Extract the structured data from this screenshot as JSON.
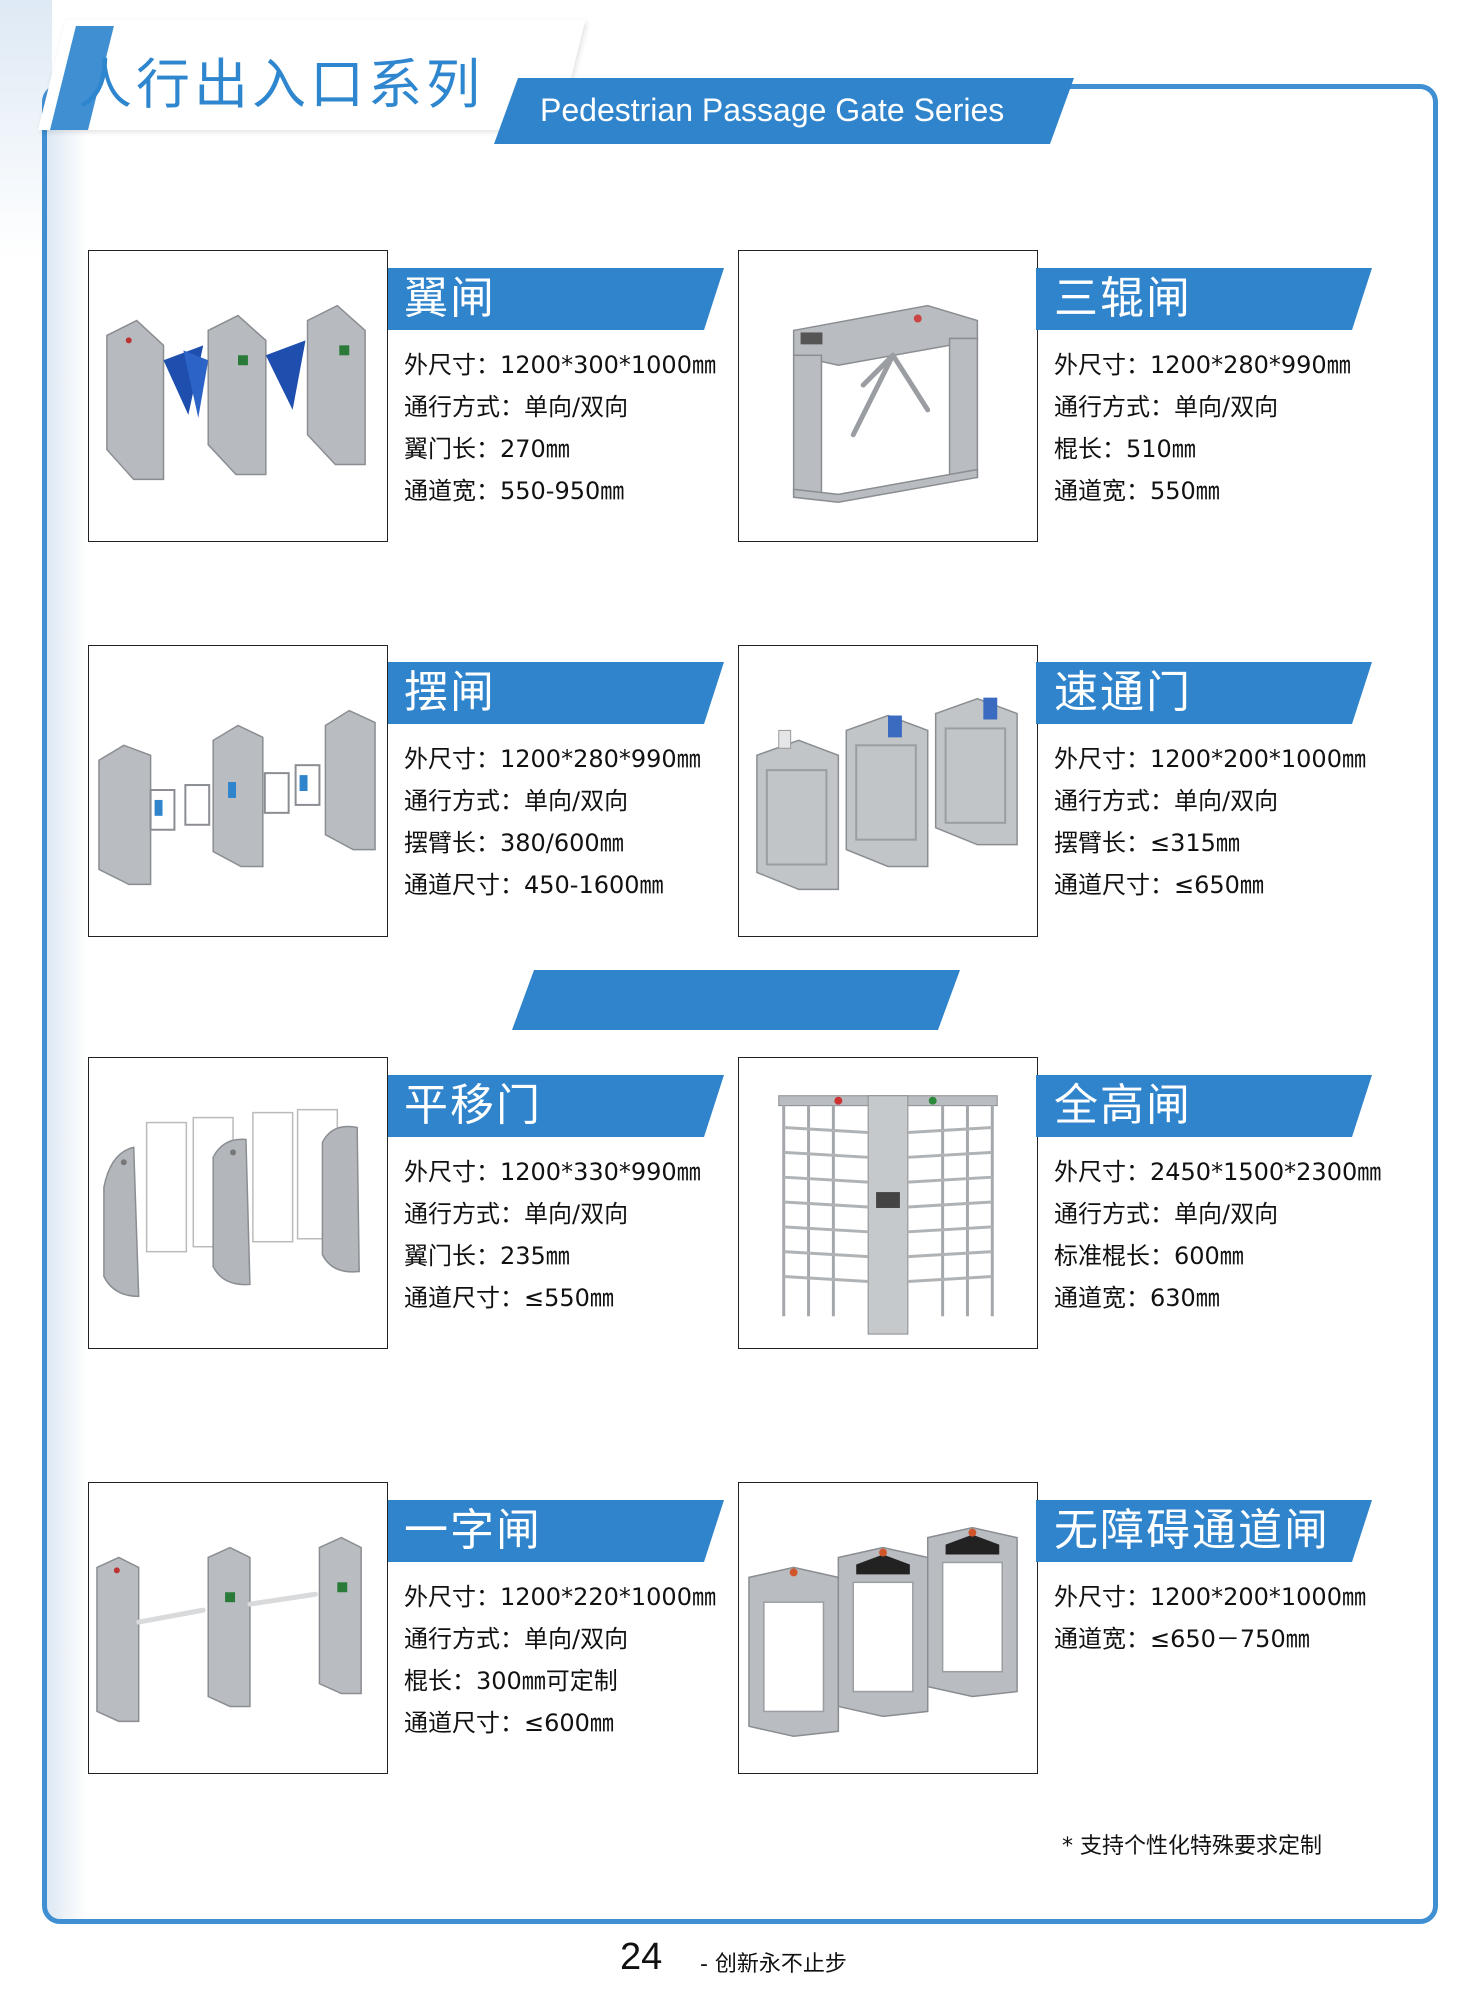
{
  "header": {
    "title": "人行出入口系列",
    "subtitle": "Pedestrian Passage Gate Series"
  },
  "products": [
    {
      "name": "翼闸",
      "image_icon": "flap-barrier-gate-icon",
      "specs": [
        "外尺寸：1200*300*1000㎜",
        "通行方式：单向/双向",
        "翼门长：270㎜",
        "通道宽：550-950㎜"
      ]
    },
    {
      "name": "三辊闸",
      "image_icon": "tripod-turnstile-icon",
      "specs": [
        "外尺寸：1200*280*990㎜",
        "通行方式：单向/双向",
        "棍长：510㎜",
        "通道宽：550㎜"
      ]
    },
    {
      "name": "摆闸",
      "image_icon": "swing-barrier-gate-icon",
      "specs": [
        "外尺寸：1200*280*990㎜",
        "通行方式：单向/双向",
        "摆臂长：380/600㎜",
        "通道尺寸：450-1600㎜"
      ]
    },
    {
      "name": "速通门",
      "image_icon": "speed-gate-icon",
      "specs": [
        "外尺寸：1200*200*1000㎜",
        "通行方式：单向/双向",
        "摆臂长：≤315㎜",
        "通道尺寸：≤650㎜"
      ]
    },
    {
      "name": "平移门",
      "image_icon": "sliding-gate-icon",
      "specs": [
        "外尺寸：1200*330*990㎜",
        "通行方式：单向/双向",
        "翼门长：235㎜",
        "通道尺寸：≤550㎜"
      ]
    },
    {
      "name": "全高闸",
      "image_icon": "full-height-turnstile-icon",
      "specs": [
        "外尺寸：2450*1500*2300㎜",
        "通行方式：单向/双向",
        "标准棍长：600㎜",
        "通道宽：630㎜"
      ]
    },
    {
      "name": "一字闸",
      "image_icon": "drop-arm-turnstile-icon",
      "specs": [
        "外尺寸：1200*220*1000㎜",
        "通行方式：单向/双向",
        "棍长：300㎜可定制",
        "通道尺寸：≤600㎜"
      ]
    },
    {
      "name": "无障碍通道闸",
      "image_icon": "accessible-gate-icon",
      "specs": [
        "外尺寸：1200*200*1000㎜",
        "通道宽：≤650－750㎜"
      ]
    }
  ],
  "footer": {
    "note": "*  支持个性化特殊要求定制",
    "page_number": "24",
    "slogan": "- 创新永不止步"
  },
  "colors": {
    "accent": "#2f84cc",
    "frame": "#3f8fd2",
    "metal": "#b9bcc0"
  }
}
